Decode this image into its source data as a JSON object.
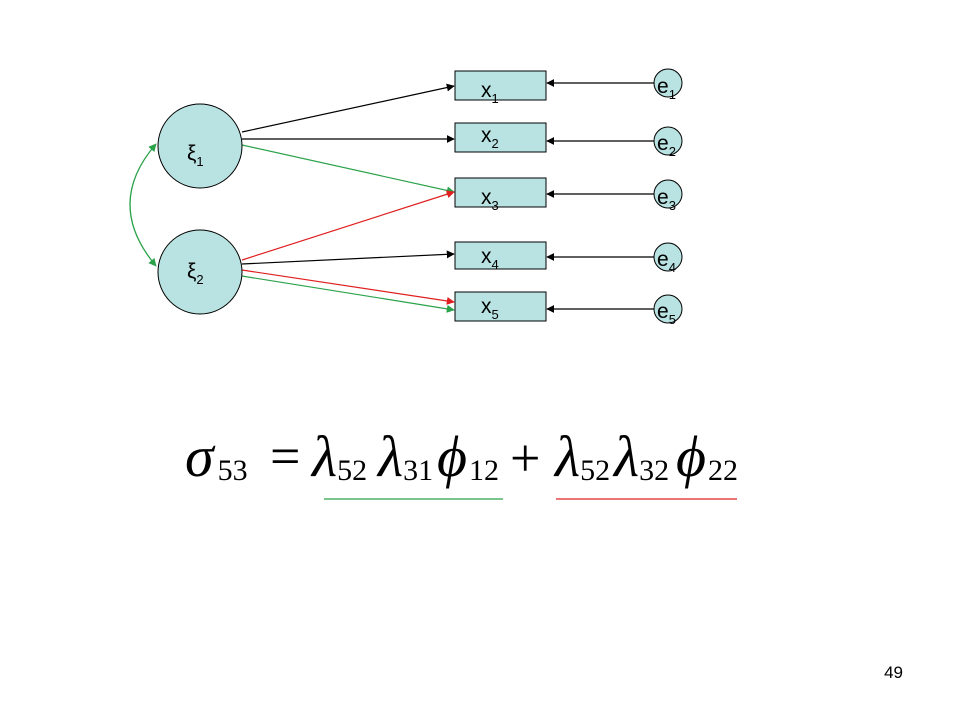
{
  "latents": [
    {
      "id": "xi1",
      "symbol": "ξ",
      "sub": "1"
    },
    {
      "id": "xi2",
      "symbol": "ξ",
      "sub": "2"
    }
  ],
  "indicators": [
    {
      "id": "x1",
      "symbol": "x",
      "sub": "1"
    },
    {
      "id": "x2",
      "symbol": "x",
      "sub": "2"
    },
    {
      "id": "x3",
      "symbol": "x",
      "sub": "3"
    },
    {
      "id": "x4",
      "symbol": "x",
      "sub": "4"
    },
    {
      "id": "x5",
      "symbol": "x",
      "sub": "5"
    }
  ],
  "errors": [
    {
      "id": "e1",
      "symbol": "e",
      "sub": "1"
    },
    {
      "id": "e2",
      "symbol": "e",
      "sub": "2"
    },
    {
      "id": "e3",
      "symbol": "e",
      "sub": "3"
    },
    {
      "id": "e4",
      "symbol": "e",
      "sub": "4"
    },
    {
      "id": "e5",
      "symbol": "e",
      "sub": "5"
    }
  ],
  "colors": {
    "node_fill": "#b9e2e2",
    "stroke": "#000000",
    "green": "#2aa24a",
    "red": "#e02020"
  },
  "formula": {
    "sigma": "σ",
    "sigma_sub": "53",
    "equals": "=",
    "lambda": "λ",
    "phi": "ϕ",
    "plus": "+",
    "t1_l1_sub": "52",
    "t1_l2_sub": "31",
    "t1_phi_sub": "12",
    "t2_l1_sub": "52",
    "t2_l2_sub": "32",
    "t2_phi_sub": "22"
  },
  "page_number": "49"
}
